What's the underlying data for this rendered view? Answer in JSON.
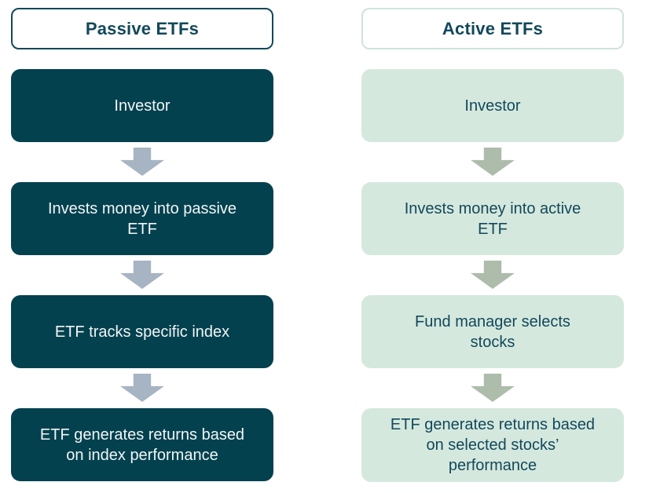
{
  "diagram": {
    "title": "Passive vs Active ETFs flow comparison",
    "colors": {
      "passive_box_fill": "#03414f",
      "passive_box_text": "#f2f6f5",
      "active_box_fill": "#d5e8de",
      "active_box_text": "#12485a",
      "header_text": "#12485a",
      "passive_header_border": "#12485a",
      "active_header_border": "#cfe4da",
      "passive_arrow": "#a6b4c3",
      "active_arrow": "#adbcab",
      "background": "#ffffff"
    },
    "columns": [
      {
        "id": "passive",
        "header": "Passive ETFs",
        "steps": [
          "Investor",
          "Invests money into passive\nETF",
          "ETF tracks specific index",
          "ETF generates returns based\non index performance"
        ]
      },
      {
        "id": "active",
        "header": "Active ETFs",
        "steps": [
          "Investor",
          "Invests money into active\nETF",
          "Fund manager selects\nstocks",
          "ETF generates returns based\non selected stocks’\nperformance"
        ]
      }
    ]
  }
}
